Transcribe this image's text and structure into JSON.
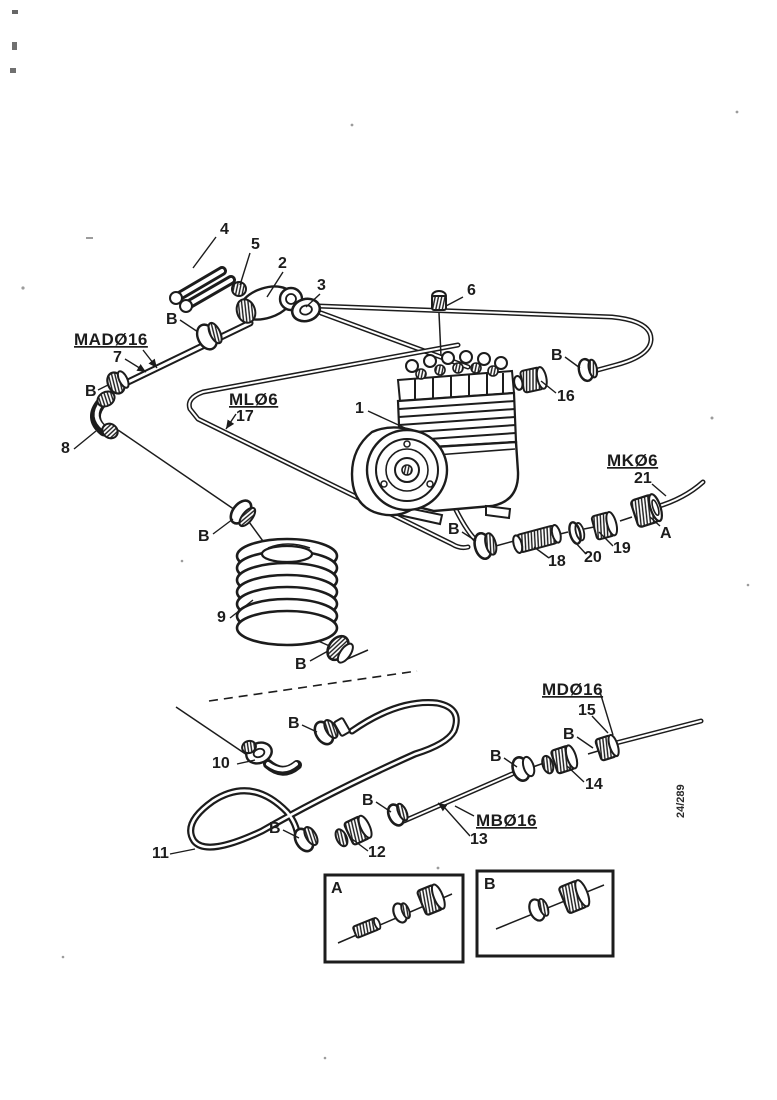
{
  "figure": {
    "ink_color": "#1c1c1c",
    "paper_color": "#ffffff",
    "doc_number": "24/289",
    "letters": {
      "a": "A",
      "b": "B"
    },
    "tube_specs": {
      "mad": "MADØ16",
      "ml": "MLØ6",
      "mk": "MKØ6",
      "md": "MDØ16",
      "mb": "MBØ16"
    },
    "part_numbers": [
      "1",
      "2",
      "3",
      "4",
      "5",
      "6",
      "7",
      "8",
      "9",
      "10",
      "11",
      "12",
      "13",
      "14",
      "15",
      "16",
      "17",
      "18",
      "19",
      "20",
      "21"
    ],
    "insets": {
      "a": "A",
      "b": "B"
    }
  }
}
